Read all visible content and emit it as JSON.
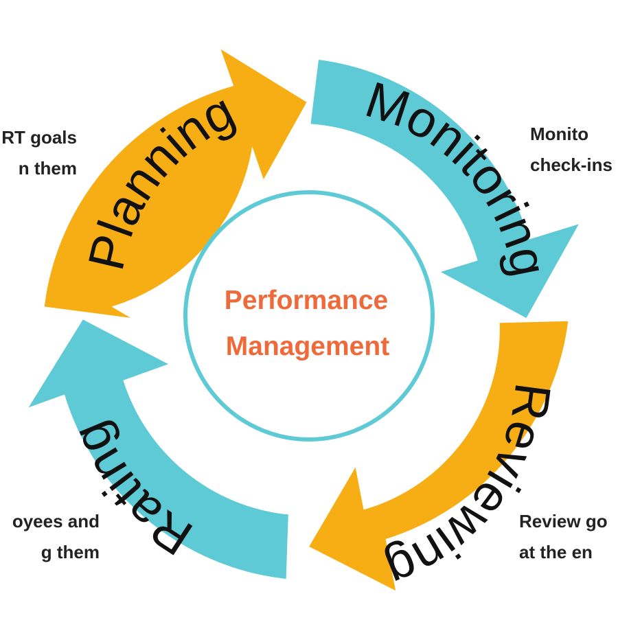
{
  "center": {
    "line1": "Performance",
    "line2": "Management"
  },
  "stages": {
    "planning": {
      "label": "Planning",
      "note_line1": "RT goals",
      "note_line2": "n them"
    },
    "monitoring": {
      "label": "Monitoring",
      "note_line1": "Monito",
      "note_line2": "check-ins"
    },
    "reviewing": {
      "label": "Reviewing",
      "note_line1": "Review go",
      "note_line2": "at the en"
    },
    "rating": {
      "label": "Rating",
      "note_line1": "oyees and",
      "note_line2": "g them"
    }
  },
  "colors": {
    "orange": "#F7AE14",
    "teal": "#5ECAD5",
    "center_ring": "#5ECAD5",
    "center_text": "#EE6A3A"
  }
}
